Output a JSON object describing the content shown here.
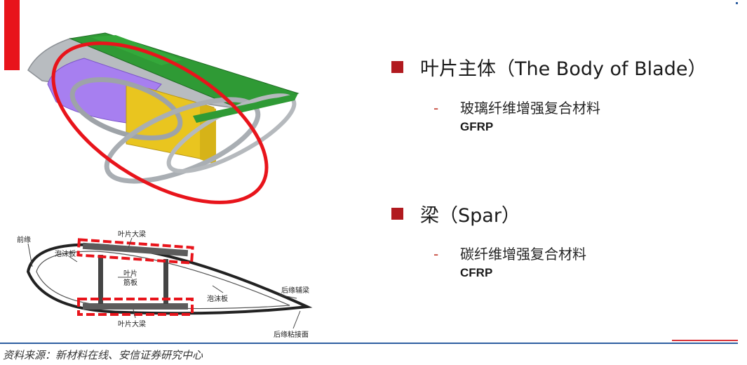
{
  "bullets": [
    {
      "title": "叶片主体（The Body of  Blade）",
      "sub_text": "玻璃纤维增强复合材料",
      "sub_code": "GFRP"
    },
    {
      "title": "梁（Spar）",
      "sub_text": "碳纤维增强复合材料",
      "sub_code": "CFRP"
    }
  ],
  "bullet_dash": "-",
  "diagram_labels": {
    "leading_edge": "前缘",
    "spar_cap_top": "叶片大梁",
    "foam_left": "泡沫板",
    "shear_web_line1": "叶片",
    "shear_web_line2": "筋板",
    "foam_right": "泡沫板",
    "trailing_edge_girder": "后缘辅梁",
    "spar_cap_bottom": "叶片大梁",
    "trailing_edge_bond": "后缘粘接面"
  },
  "source": "资料来源：新材料在线、安信证券研究中心",
  "colors": {
    "accent_red": "#e8141b",
    "bullet_red": "#b11a1f",
    "green_spar": "#2f9a35",
    "yellow_web": "#e9c51f",
    "purple_foam": "#a77ff0",
    "gray_shell": "#b8bcc0",
    "footer_blue": "#2e5fa1"
  }
}
